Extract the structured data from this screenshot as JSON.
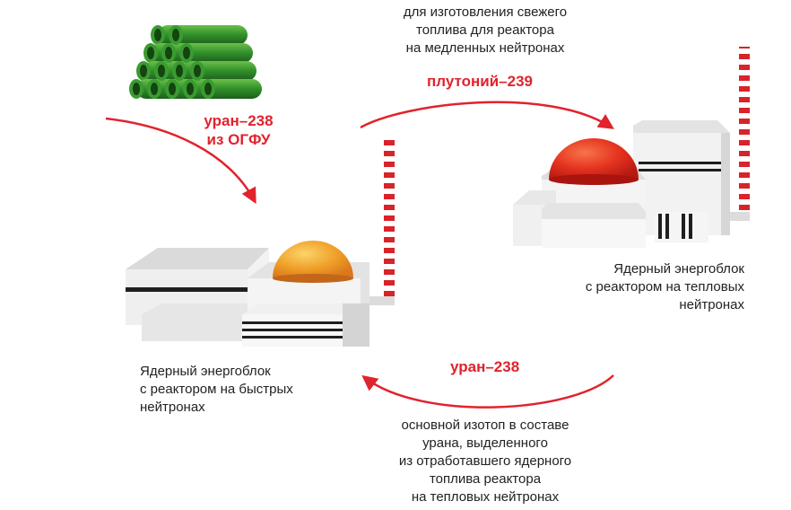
{
  "colors": {
    "accent_red": "#e0232d",
    "pipe_green": "#2f8f2a",
    "dome_orange": "#f0a12a",
    "dome_red": "#e5331f",
    "building_grey": "#e9e9e9",
    "text": "#222222"
  },
  "icons": {
    "uranium_stack": "uranium-pipe-stack-icon",
    "fast_reactor": "fast-reactor-plant-icon",
    "thermal_reactor": "thermal-reactor-plant-icon"
  },
  "top_note": [
    "для изготовления свежего",
    "топлива для реактора",
    "на медленных нейтронах"
  ],
  "labels": {
    "plutonium": "плутоний–239",
    "uranium_ogfu": [
      "уран–238",
      "из ОГФУ"
    ],
    "uranium_return": "уран–238"
  },
  "thermal_plant_caption": [
    "Ядерный энергоблок",
    "с реактором на тепловых",
    "нейтронах"
  ],
  "fast_plant_caption": [
    "Ядерный энергоблок",
    "с реактором на быстрых",
    "нейтронах"
  ],
  "bottom_note": [
    "основной изотоп в составе",
    "урана, выделенного",
    "из отработавшего ядерного",
    "топлива реактора",
    "на тепловых нейтронах"
  ]
}
